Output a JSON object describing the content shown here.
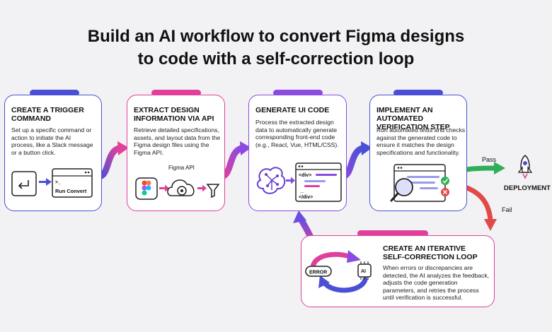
{
  "title_line1": "Build an AI workflow to convert Figma designs",
  "title_line2": "to code with a self-correction loop",
  "colors": {
    "blue": "#4a50d6",
    "pink": "#e0409a",
    "purple": "#8b4be0",
    "green": "#2fae58",
    "red": "#e24a4a"
  },
  "steps": [
    {
      "title_l1": "CREATE A TRIGGER",
      "title_l2": "COMMAND",
      "desc": [
        "Set up a specific command or",
        "action to initiate the AI",
        "process, like a Slack message",
        "or a button click."
      ],
      "button_label": "Run Convert",
      "prompt": ">_"
    },
    {
      "title_l1": "EXTRACT DESIGN",
      "title_l2": "INFORMATION VIA API",
      "desc": [
        "Retrieve detailed specifications,",
        "assets, and layout data from the",
        "Figma design files using the",
        "Figma API."
      ],
      "api_label": "Figma API"
    },
    {
      "title_l1": "GENERATE UI CODE",
      "desc": [
        "Process the extracted design",
        "data to automatically generate",
        "corresponding front-end code",
        "(e.g., React, Vue, HTML/CSS)."
      ],
      "code_open": "<div>",
      "code_close": "</div>"
    },
    {
      "title_l1": "IMPLEMENT AN AUTOMATED",
      "title_l2": "VERIFICATION STEP",
      "desc": [
        "Run automated tests and checks",
        "against the generated code to",
        "ensure it matches the design",
        "specifications and functionality."
      ]
    }
  ],
  "loop": {
    "title_l1": "CREATE AN ITERATIVE",
    "title_l2": "SELF-CORRECTION LOOP",
    "desc": [
      "When errors or discrepancies are",
      "detected, the AI analyzes the feedback,",
      "adjusts the code generation",
      "parameters, and retries the process",
      "until verification is successful."
    ],
    "error_label": "ERROR",
    "ai_label": "AI"
  },
  "pass_label": "Pass",
  "fail_label": "Fail",
  "deployment_label": "DEPLOYMENT"
}
